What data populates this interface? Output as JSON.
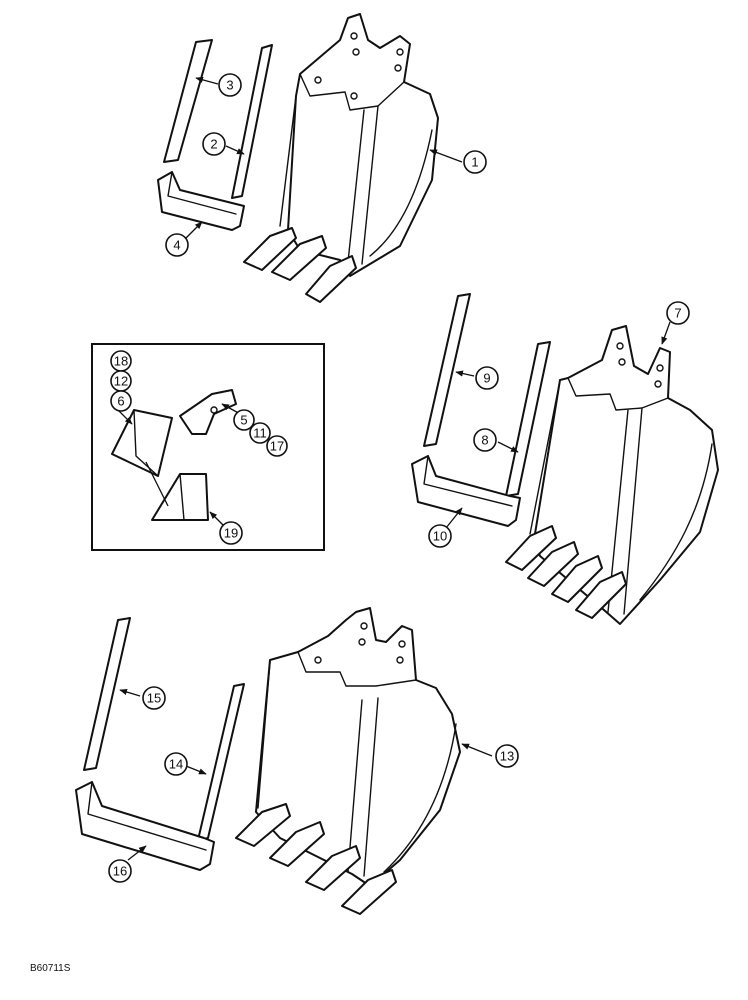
{
  "drawing_code": "B60711S",
  "callouts": {
    "c1": "1",
    "c2": "2",
    "c3": "3",
    "c4": "4",
    "c5": "5",
    "c6": "6",
    "c7": "7",
    "c8": "8",
    "c9": "9",
    "c10": "10",
    "c11": "11",
    "c12": "12",
    "c13": "13",
    "c14": "14",
    "c15": "15",
    "c16": "16",
    "c17": "17",
    "c18": "18",
    "c19": "19"
  }
}
